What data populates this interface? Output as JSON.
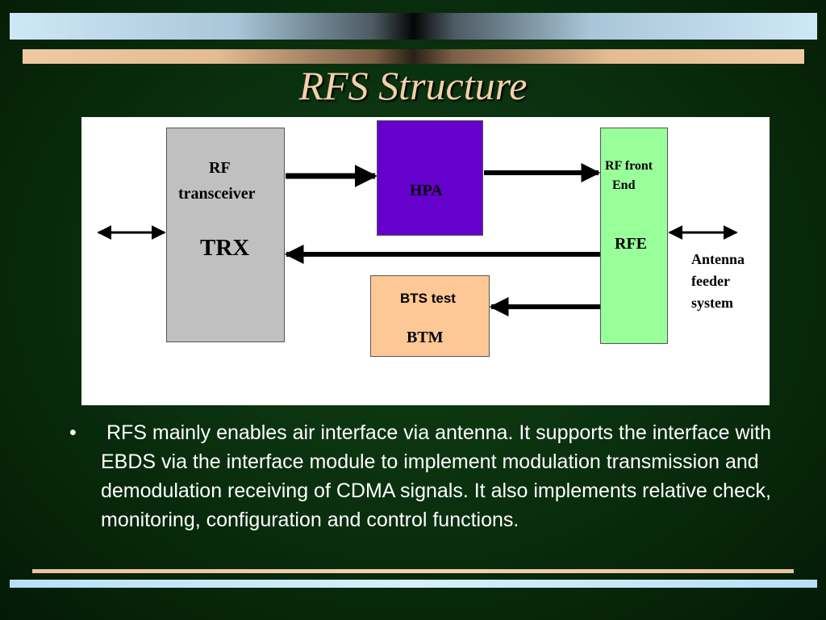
{
  "slide": {
    "title": "RFS Structure"
  },
  "diagram": {
    "trx": {
      "line1": "RF",
      "line2": "transceiver",
      "name": "TRX"
    },
    "hpa": {
      "name": "HPA"
    },
    "btm": {
      "caption": "BTS test",
      "name": "BTM"
    },
    "rfe": {
      "line1": "RF front",
      "line2": "End",
      "name": "RFE"
    },
    "antenna": {
      "line1": "Antenna",
      "line2": "feeder",
      "line3": "system"
    }
  },
  "body": {
    "bullet_symbol": "•",
    "bullet_text": " RFS mainly enables air interface via antenna. It supports the interface with EBDS via the interface module to implement modulation transmission and demodulation receiving of CDMA signals. It also implements relative check, monitoring, configuration and control functions."
  },
  "colors": {
    "trx_fill": "#c0c0c0",
    "hpa_fill": "#6600cc",
    "btm_fill": "#fdc896",
    "rfe_fill": "#99ff99",
    "title_color": "#f3d0a8"
  }
}
